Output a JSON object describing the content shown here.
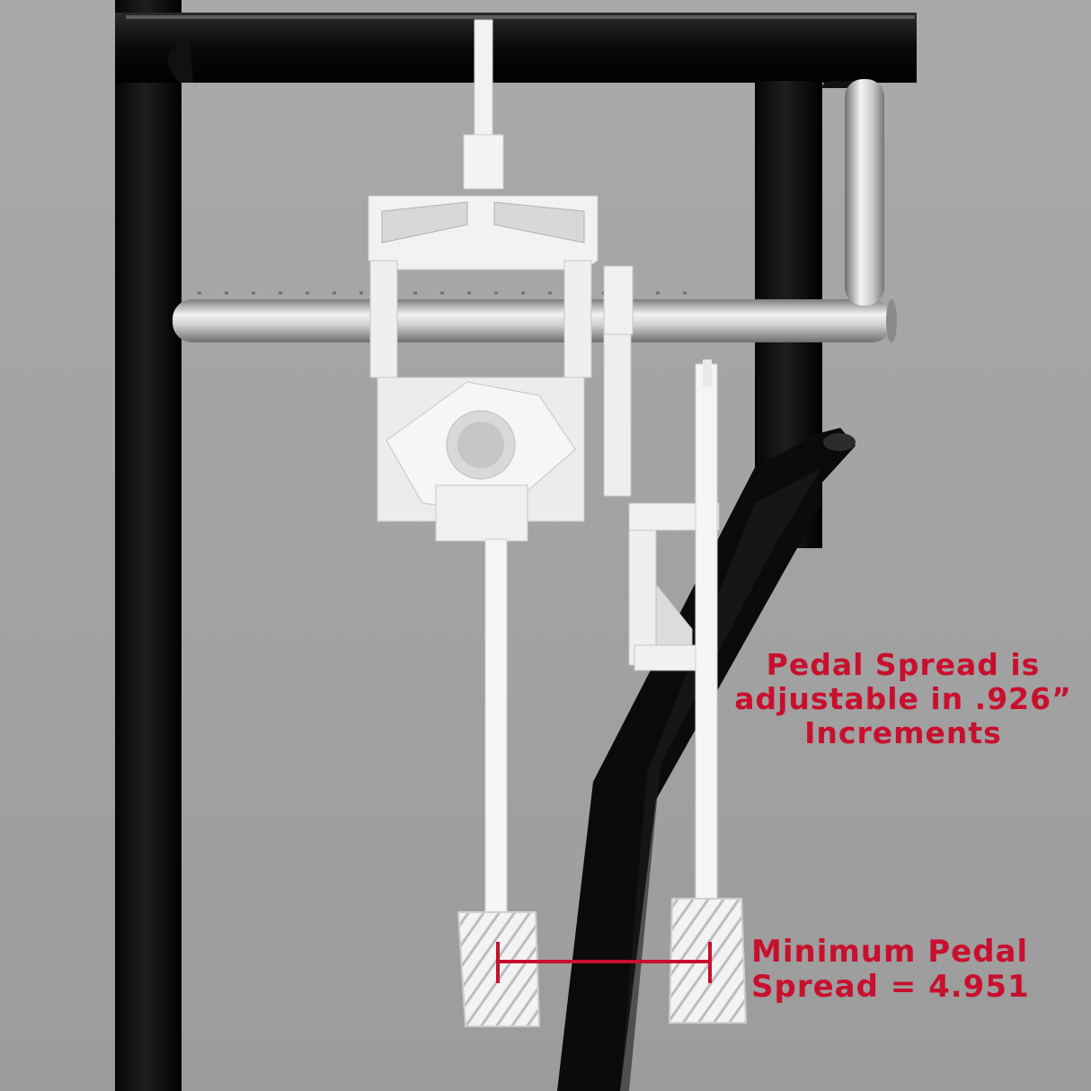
{
  "annotations": {
    "adjustable_note": {
      "lines": [
        "Pedal Spread is",
        "adjustable in .926”",
        "Increments"
      ]
    },
    "minimum_spread_note": {
      "lines": [
        "Minimum Pedal",
        "Spread = 4.951"
      ]
    }
  },
  "colors": {
    "background": "#a3a3a3",
    "frame": "#0d0d0d",
    "aluminum": "#eeeeee",
    "accent_red": "#c8102e"
  }
}
